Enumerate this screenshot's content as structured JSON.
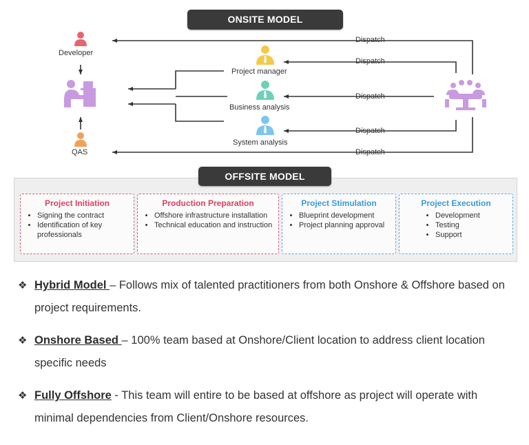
{
  "onsite": {
    "title": "ONSITE MODEL",
    "nodes": {
      "developer": "Developer",
      "qas": "QAS",
      "project_manager": "Project manager",
      "business_analysis": "Business analysis",
      "system_analysis": "System analysis"
    },
    "dispatch_labels": [
      "Dispatch",
      "Dispatch",
      "Dispatch",
      "Dispatch",
      "Dispatch"
    ],
    "icon_colors": {
      "developer": "#e8646e",
      "team_member": "#c89be0",
      "project_manager": "#f4c94a",
      "business_analysis": "#6fd0b8",
      "system_analysis": "#7cc6ee",
      "qas": "#f2a05a"
    }
  },
  "offsite": {
    "title": "OFFSITE MODEL",
    "phases": [
      {
        "title": "Project Initiation",
        "items": [
          "Signing the contract",
          "Identification of key professionals"
        ]
      },
      {
        "title": "Production Preparation",
        "items": [
          "Offshore infrastructure installation",
          "Technical education and instruction"
        ]
      },
      {
        "title": "Project Stimulation",
        "items": [
          "Blueprint development",
          "Project planning approval"
        ]
      },
      {
        "title": "Project Execution",
        "items": [
          "Development",
          "Testing",
          "Support"
        ]
      }
    ]
  },
  "notes": [
    {
      "term": "Hybrid Model ",
      "text": " – Follows mix of talented practitioners from both Onshore & Offshore based on project requirements."
    },
    {
      "term": "Onshore Based ",
      "text": " – 100% team based at Onshore/Client location to address client location specific needs"
    },
    {
      "term": "Fully Offshore",
      "text": " - This team will entire to be based at offshore as project will operate with minimal dependencies from Client/Onshore resources."
    }
  ]
}
